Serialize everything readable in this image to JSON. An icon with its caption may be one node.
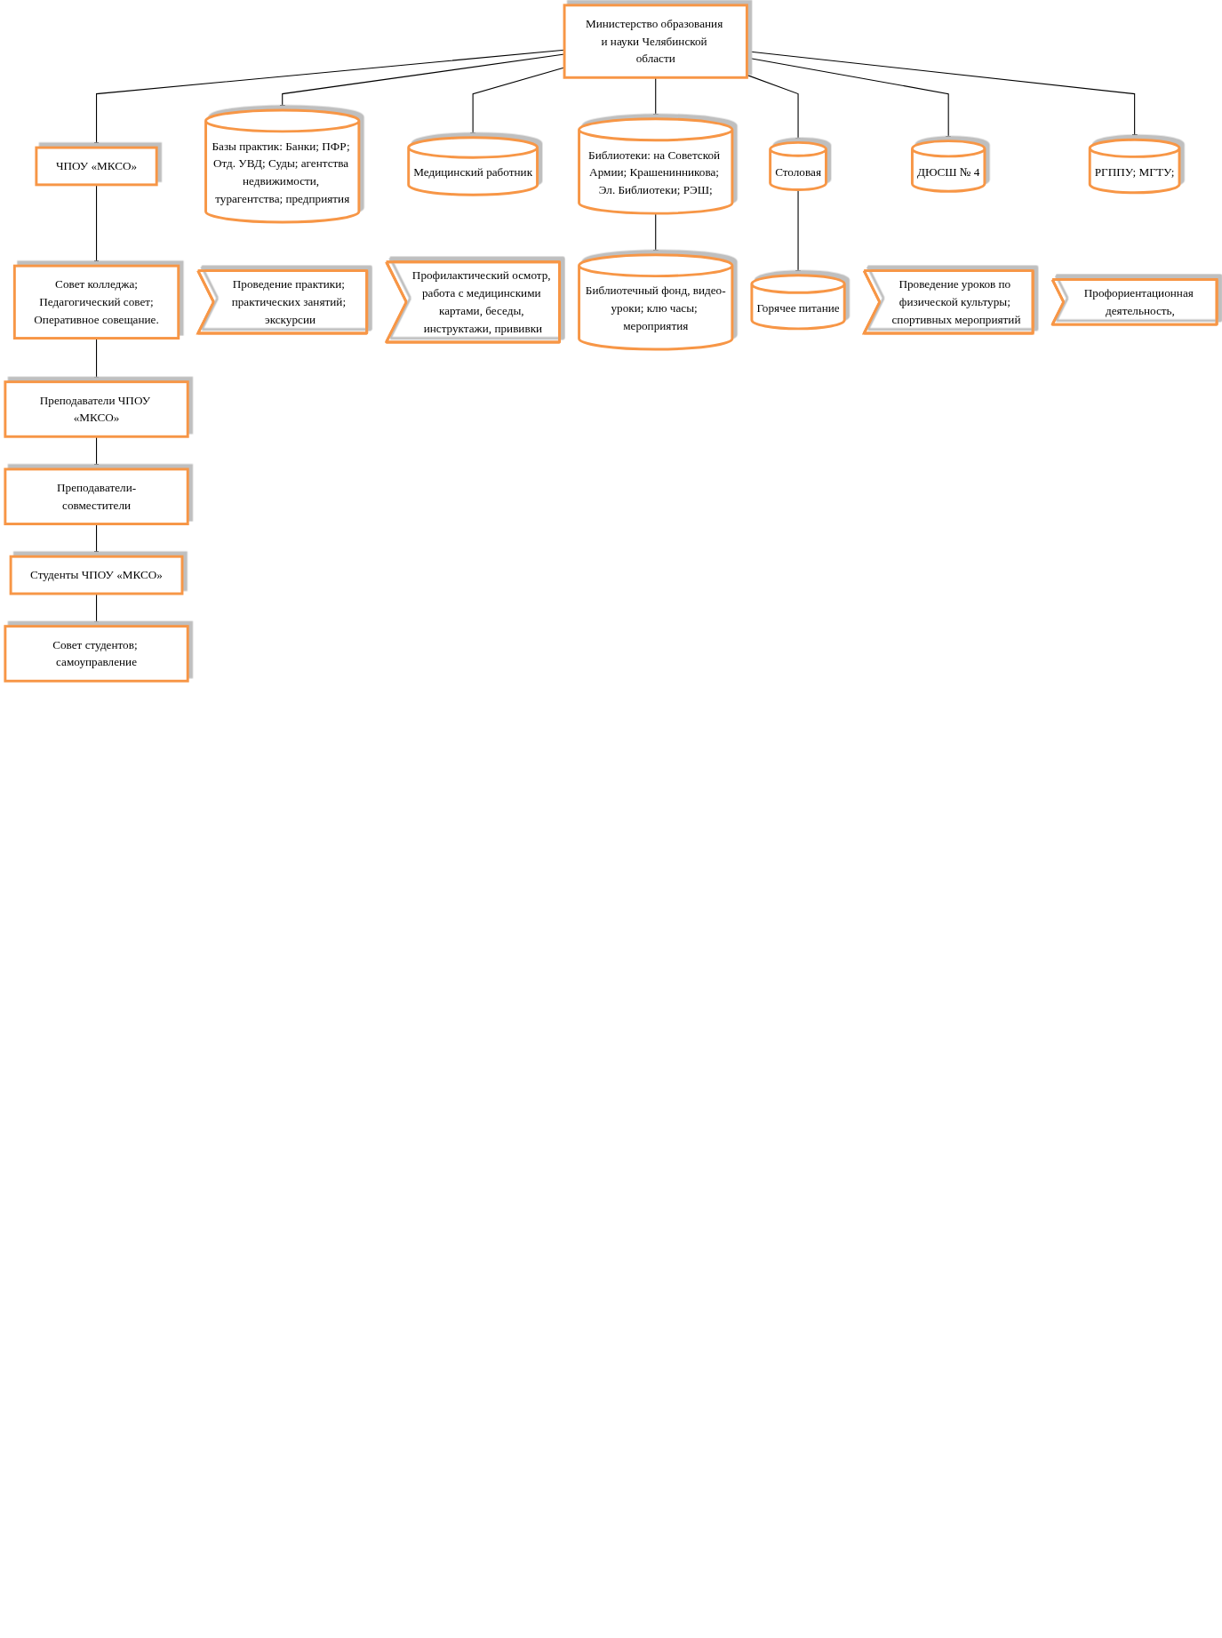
{
  "diagram": {
    "nodes": [
      {
        "text": [
          "Министерство образования и науки Челябинской области"
        ]
      },
      {
        "text": [
          "Базы практик: Банки; ПФР; Отд. УВД; Суды; агентства недвижимости, турагентства; предприятия"
        ]
      },
      {
        "text": [
          "Медицинский работник"
        ]
      },
      {
        "text": [
          "Библиотеки: на Советской Армии; Крашенинникова; Эл. Библиотеки; РЭШ;"
        ]
      },
      {
        "text": [
          "Столовая"
        ]
      },
      {
        "text": [
          "ДЮСШ № 4"
        ]
      },
      {
        "text": [
          "РГППУ; МГТУ;"
        ]
      },
      {
        "text": [
          "ЧПОУ «МКСО»"
        ]
      },
      {
        "text": [
          "Совет колледжа;",
          "Педагогический совет;",
          "Оперативное совещание."
        ]
      },
      {
        "text": [
          "Преподаватели ЧПОУ «МКСО»"
        ]
      },
      {
        "text": [
          "Преподаватели-совместители"
        ]
      },
      {
        "text": [
          "Студенты ЧПОУ «МКСО»"
        ]
      },
      {
        "text": [
          "Совет студентов; самоуправление"
        ]
      },
      {
        "text": [
          "Проведение практики; практических занятий; экскурсии"
        ]
      },
      {
        "text": [
          "Профилактический осмотр, работа с медицинскими картами, беседы, инструктажи, прививки"
        ]
      },
      {
        "text": [
          "Библиотечный фонд, видео-уроки; клю часы; мероприятия"
        ]
      },
      {
        "text": [
          "Горячее питание"
        ]
      },
      {
        "text": [
          "Проведение уроков по физической культуры; спортивных мероприятий"
        ]
      },
      {
        "text": [
          "Профориентационная деятельность,"
        ]
      }
    ],
    "edges": [
      {
        "from": 0,
        "to": 1,
        "arrow": "to"
      },
      {
        "from": 0,
        "to": 2,
        "arrow": "to"
      },
      {
        "from": 0,
        "to": 3,
        "arrow": "to"
      },
      {
        "from": 0,
        "to": 4,
        "arrow": "to"
      },
      {
        "from": 0,
        "to": 5,
        "arrow": "to"
      },
      {
        "from": 0,
        "to": 6,
        "arrow": "to"
      },
      {
        "from": 0,
        "to": 7,
        "arrow": "to"
      },
      {
        "from": 7,
        "to": 8,
        "arrow": "to"
      },
      {
        "from": 8,
        "to": 9,
        "arrow": "to"
      },
      {
        "from": 9,
        "to": 10,
        "arrow": "to"
      },
      {
        "from": 10,
        "to": 11,
        "arrow": "to"
      },
      {
        "from": 11,
        "to": 12,
        "arrow": "to"
      },
      {
        "from": 3,
        "to": 15,
        "arrow": "to"
      },
      {
        "from": 4,
        "to": 16,
        "arrow": "to"
      }
    ]
  }
}
